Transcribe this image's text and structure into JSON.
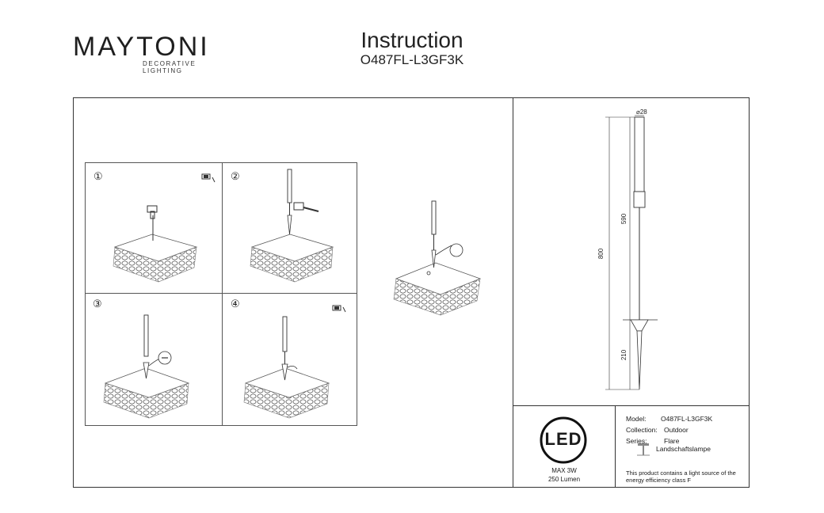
{
  "brand": {
    "name": "MAYTONI",
    "tagline": "DECORATIVE LIGHTING"
  },
  "header": {
    "title": "Instruction",
    "model_code": "O487FL-L3GF3K"
  },
  "steps": [
    {
      "number": "①"
    },
    {
      "number": "②"
    },
    {
      "number": "③"
    },
    {
      "number": "④"
    }
  ],
  "dimensions": {
    "diameter": "⌀28",
    "total_height": "800",
    "upper_height": "590",
    "spike_height": "210"
  },
  "led": {
    "badge": "LED",
    "power": "MAX 3W",
    "flux": "250 Lumen"
  },
  "specs": {
    "model_label": "Model:",
    "model_value": "O487FL-L3GF3K",
    "collection_label": "Collection:",
    "collection_value": "Outdoor",
    "series_label": "Series:",
    "series_value": "Flare",
    "type_value": "Landschaftslampe",
    "energy_note_line1": "This product contains a light source of the",
    "energy_note_line2": "energy efficiency class F"
  }
}
